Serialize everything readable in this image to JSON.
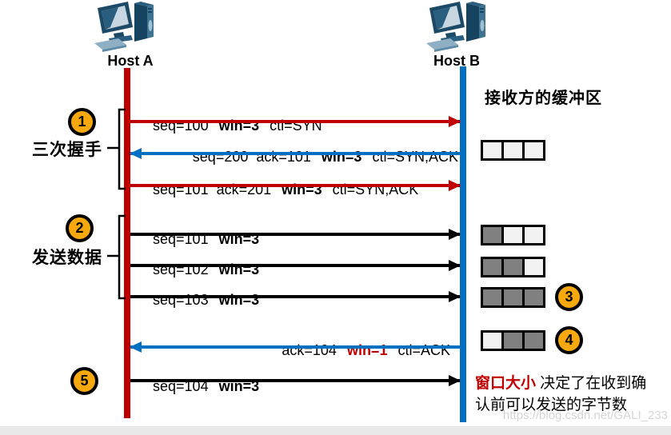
{
  "hosts": {
    "a": "Host A",
    "b": "Host B"
  },
  "buffer_title": "接收方的缓冲区",
  "group_labels": {
    "handshake": "三次握手",
    "send_data": "发送数据"
  },
  "badges": [
    "1",
    "2",
    "3",
    "4",
    "5"
  ],
  "messages": [
    {
      "pre": "seq=100",
      "win": "win=3",
      "post": "ctl=SYN",
      "color": "red",
      "dir": "right"
    },
    {
      "pre": "seq=200  ack=101",
      "win": "win=3",
      "post": "ctl=SYN,ACK",
      "color": "blue",
      "dir": "left"
    },
    {
      "pre": "seq=101  ack=201",
      "win": "win=3",
      "post": "ctl=SYN,ACK",
      "color": "red",
      "dir": "right"
    },
    {
      "pre": "seq=101",
      "win": "win=3",
      "post": "",
      "color": "black",
      "dir": "right"
    },
    {
      "pre": "seq=102",
      "win": "win=3",
      "post": "",
      "color": "black",
      "dir": "right"
    },
    {
      "pre": "seq=103",
      "win": "win=3",
      "post": "",
      "color": "black",
      "dir": "right"
    },
    {
      "pre": "ack=104",
      "win": "win=1",
      "post": "ctl=ACK",
      "color": "blue",
      "dir": "left",
      "win_color": "red"
    },
    {
      "pre": "seq=104",
      "win": "win=3",
      "post": "",
      "color": "black",
      "dir": "right"
    }
  ],
  "buffers": [
    {
      "cells": [
        0,
        0,
        0
      ]
    },
    {
      "cells": [
        1,
        0,
        0
      ]
    },
    {
      "cells": [
        1,
        1,
        0
      ]
    },
    {
      "cells": [
        1,
        1,
        1
      ],
      "badge": "3"
    },
    {
      "cells": [
        0,
        1,
        1
      ],
      "badge": "4"
    }
  ],
  "note": {
    "highlight": "窗口大小",
    "rest": " 决定了在收到确认前可以发送的字节数"
  },
  "watermark": "https://blog.csdn.net/GALI_233",
  "colors": {
    "lifeline_a": "#C00000",
    "lifeline_b": "#0070C0",
    "arrow_black": "#000000",
    "badge_gold": "#F7A80D",
    "buffer_filled": "#808080",
    "buffer_empty": "#F2F2F2",
    "note_highlight": "#C00000"
  }
}
